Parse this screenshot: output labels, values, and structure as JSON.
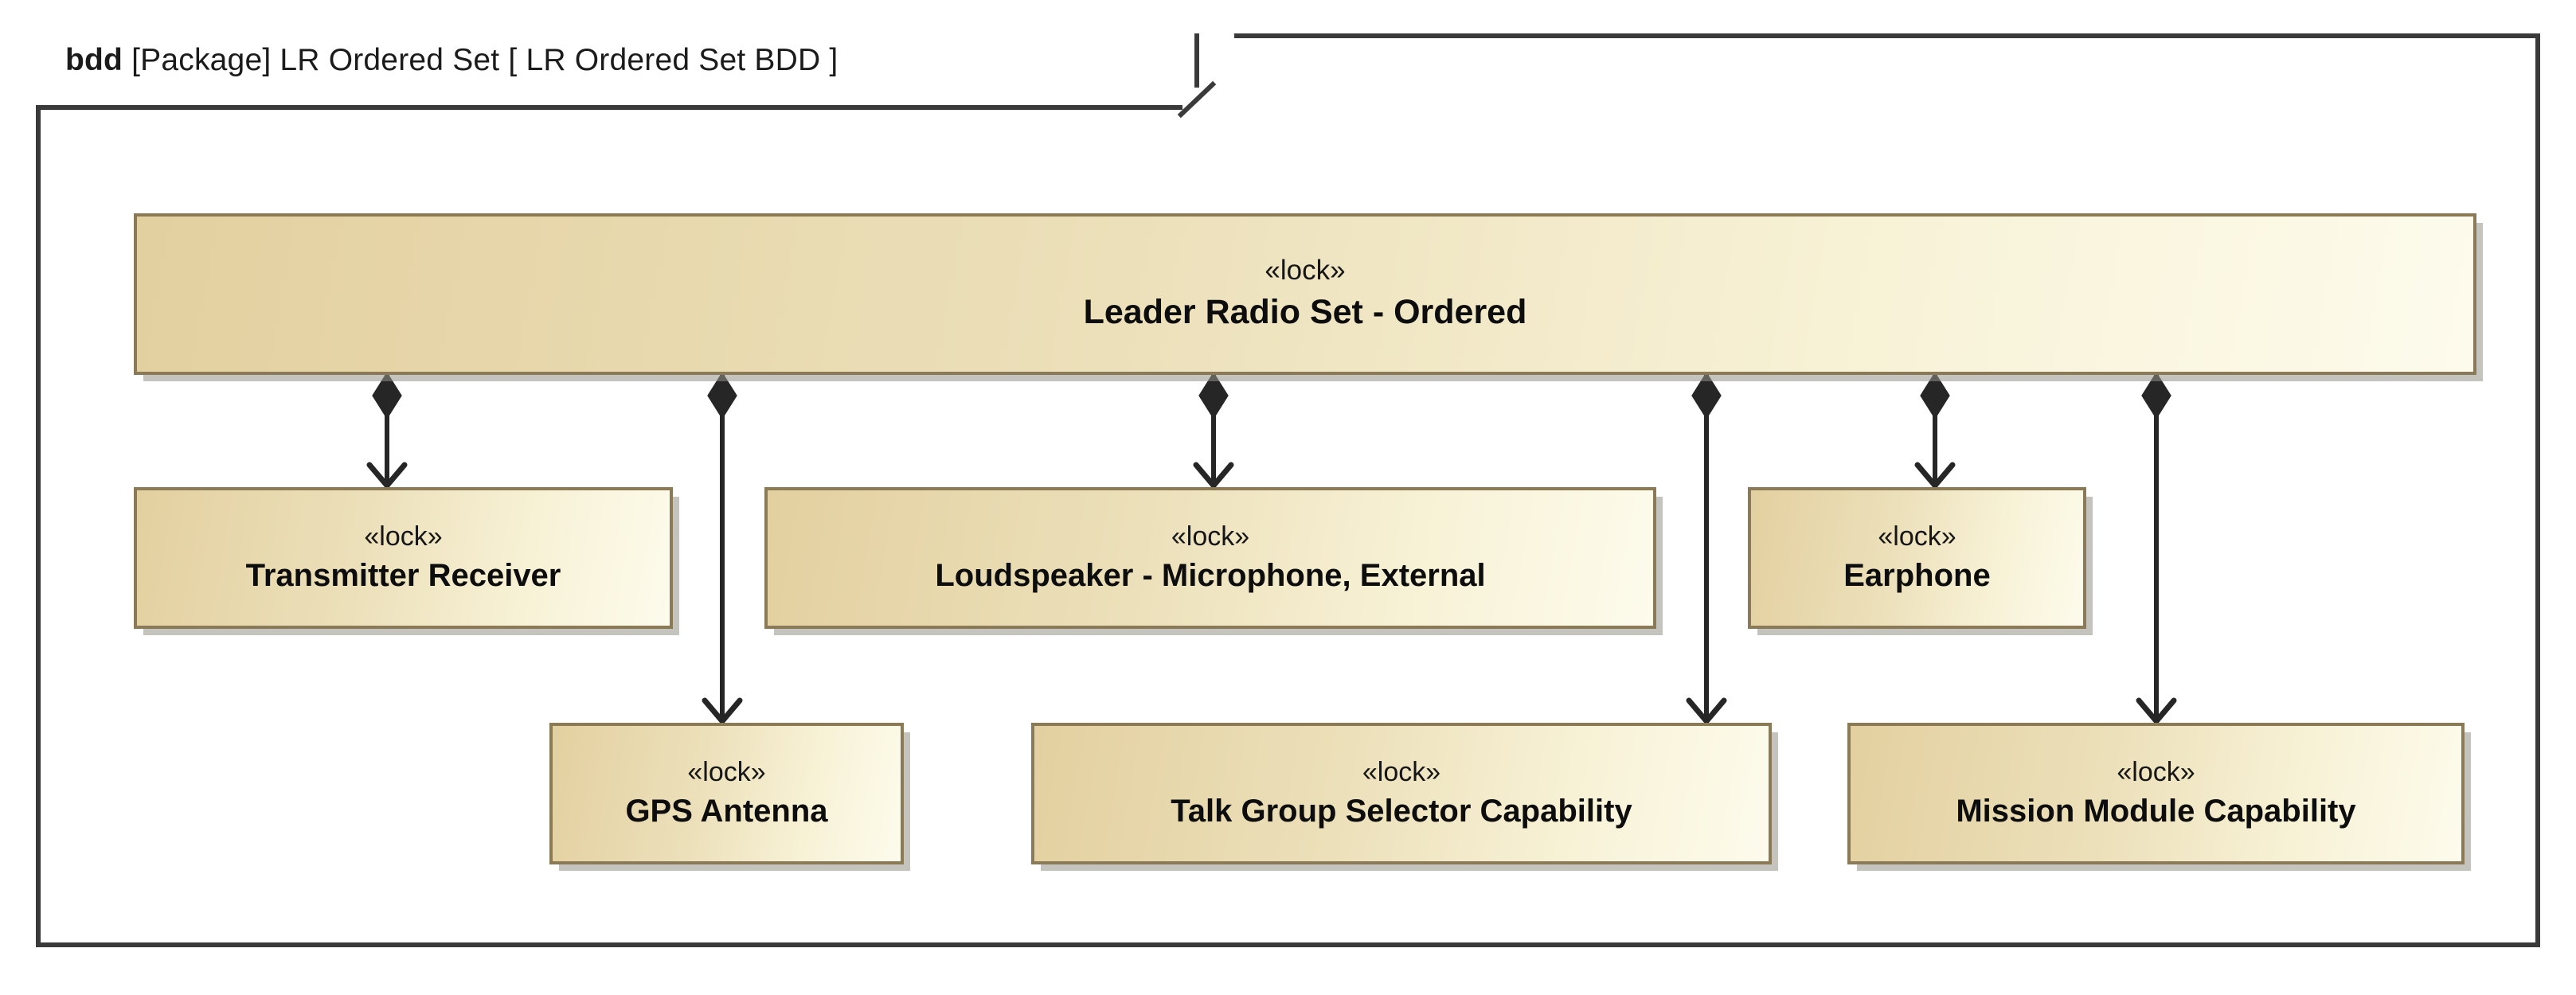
{
  "frame": {
    "keyword": "bdd",
    "scope": "[Package] LR Ordered Set",
    "diagram_name": "[ LR Ordered Set BDD ]"
  },
  "colors": {
    "frame_border": "#3a3a3a",
    "block_border": "#8b7a58",
    "block_fill_left": "#e3d0a0",
    "block_fill_right": "#fdfbec",
    "connector": "#262626",
    "shadow": "#969187",
    "text": "#0d0d0d"
  },
  "root_block": {
    "stereotype": "«lock»",
    "name": "Leader Radio Set - Ordered"
  },
  "child_blocks": [
    {
      "id": "transmitter-receiver",
      "stereotype": "«lock»",
      "name": "Transmitter Receiver"
    },
    {
      "id": "loudspeaker-microphone",
      "stereotype": "«lock»",
      "name": "Loudspeaker - Microphone, External"
    },
    {
      "id": "earphone",
      "stereotype": "«lock»",
      "name": "Earphone"
    },
    {
      "id": "gps-antenna",
      "stereotype": "«lock»",
      "name": "GPS Antenna"
    },
    {
      "id": "talk-group-selector",
      "stereotype": "«lock»",
      "name": "Talk Group Selector Capability"
    },
    {
      "id": "mission-module-capability",
      "stereotype": "«lock»",
      "name": "Mission Module Capability"
    }
  ],
  "relationships": {
    "type": "composition",
    "source_diamond": "filled-black-diamond",
    "target_arrow": "open-v-arrow",
    "edges": [
      {
        "from": "Leader Radio Set - Ordered",
        "to": "Transmitter Receiver"
      },
      {
        "from": "Leader Radio Set - Ordered",
        "to": "GPS Antenna"
      },
      {
        "from": "Leader Radio Set - Ordered",
        "to": "Loudspeaker - Microphone, External"
      },
      {
        "from": "Leader Radio Set - Ordered",
        "to": "Talk Group Selector Capability"
      },
      {
        "from": "Leader Radio Set - Ordered",
        "to": "Earphone"
      },
      {
        "from": "Leader Radio Set - Ordered",
        "to": "Mission Module Capability"
      }
    ]
  }
}
